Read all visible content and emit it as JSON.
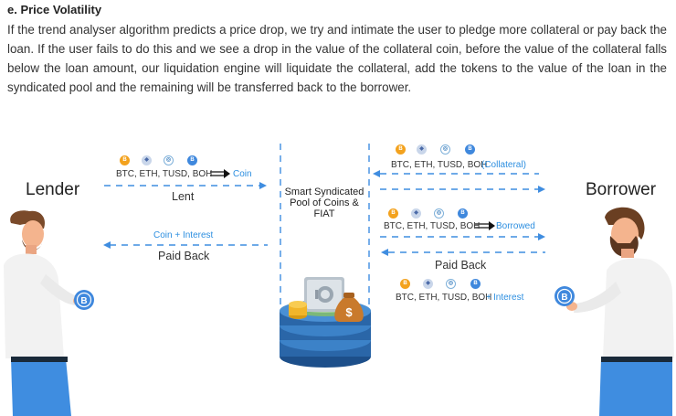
{
  "section": {
    "heading": "e. Price Volatility",
    "paragraph": "If the trend analyser algorithm predicts a price drop, we try and intimate the user to pledge more collateral or pay back the loan. If the user fails to do this and we see a drop in the value of the collateral coin, before the value of the collateral falls below the loan amount, our liquidation engine will liquidate the collateral, add the tokens to the value of the loan in the syndicated pool and the remaining will be transferred back to the borrower."
  },
  "diagram": {
    "lender_label": "Lender",
    "borrower_label": "Borrower",
    "coins_text": "BTC, ETH, TUSD, BOH",
    "coin_label": "Coin",
    "lent_label": "Lent",
    "coin_interest_label": "Coin + Interest",
    "paid_back_label": "Paid Back",
    "pool_label": "Smart Syndicated Pool of Coins & FIAT",
    "collateral_label": "(Collateral)",
    "borrowed_label": "Borrowed",
    "interest_label": "Interest",
    "plus_sign": "+",
    "token_symbol": "B",
    "money_symbol": "$",
    "colors": {
      "accent_blue": "#2d8fe0",
      "pool_blue": "#2f6fb3",
      "shirt": "#f2f2f2",
      "pants": "#3f8de0",
      "bitcoin": "#f3a21e"
    }
  }
}
